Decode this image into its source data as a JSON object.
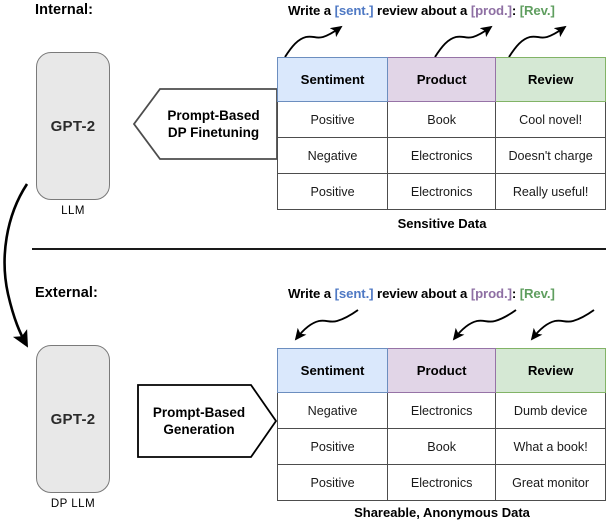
{
  "sections": [
    {
      "id": "internal",
      "heading": "Internal:",
      "model": {
        "label": "GPT-2",
        "caption": "LLM"
      },
      "banner": {
        "line1": "Prompt-Based",
        "line2": "DP Finetuning",
        "direction": "left"
      },
      "prompt": {
        "part1": "Write a ",
        "token_sentiment": "[sent.]",
        "part2": " review about a ",
        "token_product": "[prod.]",
        "part3": ": ",
        "token_review": "[Rev.]"
      },
      "table": {
        "caption": "Sensitive Data",
        "headers": [
          "Sentiment",
          "Product",
          "Review"
        ],
        "rows": [
          [
            "Positive",
            "Book",
            "Cool novel!"
          ],
          [
            "Negative",
            "Electronics",
            "Doesn't charge"
          ],
          [
            "Positive",
            "Electronics",
            "Really useful!"
          ]
        ]
      },
      "arrow_direction": "up-right"
    },
    {
      "id": "external",
      "heading": "External:",
      "model": {
        "label": "GPT-2",
        "caption": "DP LLM"
      },
      "banner": {
        "line1": "Prompt-Based",
        "line2": "Generation",
        "direction": "right"
      },
      "prompt": {
        "part1": "Write a ",
        "token_sentiment": "[sent.]",
        "part2": " review about a ",
        "token_product": "[prod.]",
        "part3": ": ",
        "token_review": "[Rev.]"
      },
      "table": {
        "caption": "Shareable, Anonymous Data",
        "headers": [
          "Sentiment",
          "Product",
          "Review"
        ],
        "rows": [
          [
            "Negative",
            "Electronics",
            "Dumb device"
          ],
          [
            "Positive",
            "Book",
            "What a book!"
          ],
          [
            "Positive",
            "Electronics",
            "Great monitor"
          ]
        ]
      },
      "arrow_direction": "down-left"
    }
  ],
  "colors": {
    "sentiment_fill": "#dae8fc",
    "sentiment_stroke": "#6c8ebf",
    "product_fill": "#e1d5e7",
    "product_stroke": "#9673a6",
    "review_fill": "#d5e8d4",
    "review_stroke": "#82b366",
    "model_fill": "#e8e8e8",
    "model_stroke": "#7a7a7a",
    "line": "#1a1a1a"
  }
}
